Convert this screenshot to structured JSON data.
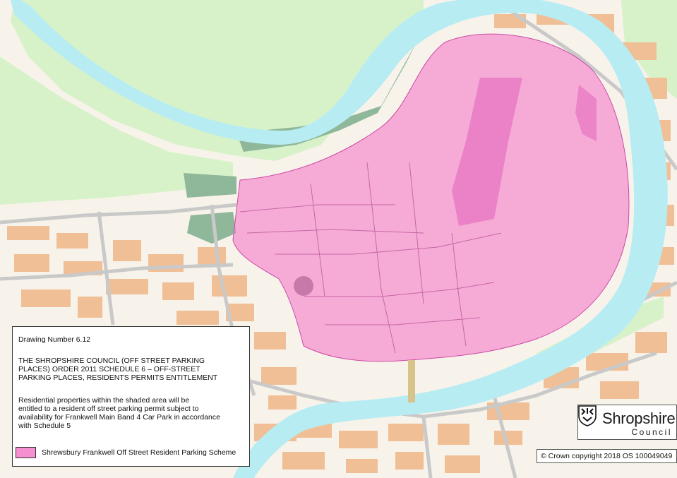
{
  "map": {
    "colors": {
      "land": "#f7f3ea",
      "river": "#b7ecf3",
      "green_space": "#d7f2c8",
      "woodland": "#8fb79a",
      "building": "#f1bf96",
      "road": "#c9c9c9",
      "shaded_area": "#f58fd0",
      "shaded_area_dark": "#e15fba"
    }
  },
  "info_box": {
    "drawing_number": "Drawing Number 6.12",
    "title": "THE SHROPSHIRE COUNCIL (OFF STREET PARKING\n PLACES) ORDER 2011 SCHEDULE 6 – OFF-STREET\nPARKING PLACES, RESIDENTS PERMITS ENTITLEMENT",
    "description": "Residential properties within the shaded area will be\nentitled to a resident off street parking permit subject to\navailability for Frankwell Main Band 4 Car Park in accordance\n with Schedule 5"
  },
  "legend": {
    "label": "Shrewsbury Frankwell Off Street Resident Parking Scheme",
    "swatch_color": "#f58fd0"
  },
  "logo": {
    "icon": "shropshire-crest-icon",
    "word": "Shropshire",
    "sub": "Council"
  },
  "copyright": {
    "text": "© Crown copyright 2018 OS 100049049"
  }
}
